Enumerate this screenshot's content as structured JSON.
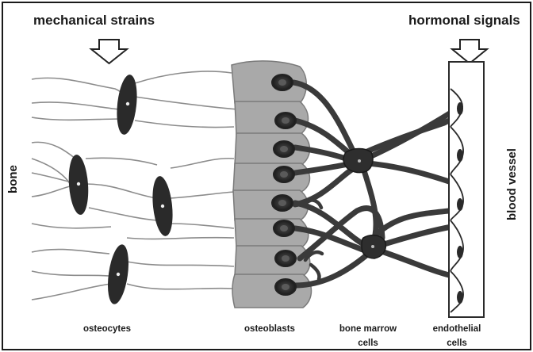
{
  "labels": {
    "mechanical_strains": "mechanical strains",
    "hormonal_signals": "hormonal signals",
    "bone": "bone",
    "blood_vessel": "blood vessel",
    "osteocytes": "osteocytes",
    "osteoblasts": "osteoblasts",
    "bone_marrow_cells_line1": "bone marrow",
    "bone_marrow_cells_line2": "cells",
    "endothelial_cells_line1": "endothelial",
    "endothelial_cells_line2": "cells"
  },
  "icons": {
    "mechanical_arrow": "down-arrow-icon",
    "hormonal_arrow": "down-arrow-icon"
  },
  "colors": {
    "osteoblast_fill": "#a9a9a9",
    "osteocyte_fill": "#2a2a2a",
    "process_stroke": "#3a3a3a",
    "canaliculi_stroke": "#8c8c8c",
    "frame_stroke": "#1a1a1a"
  }
}
